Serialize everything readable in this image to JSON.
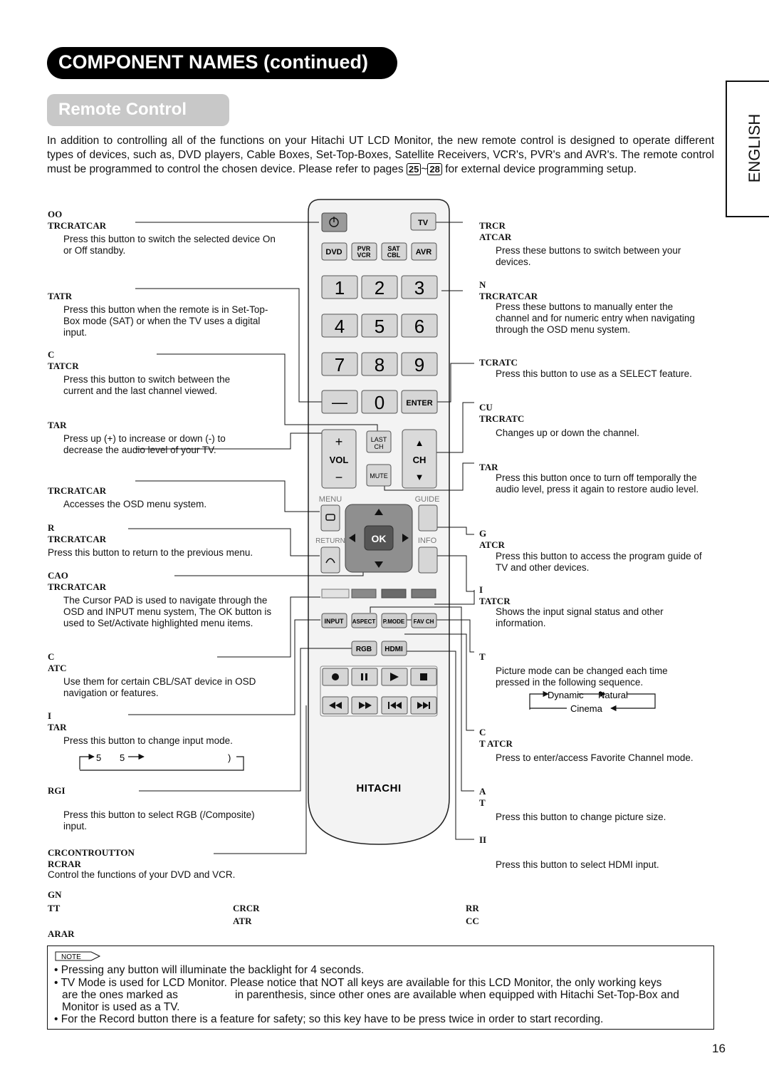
{
  "header": {
    "title": "COMPONENT NAMES (continued)",
    "subtitle": "Remote Control",
    "language_tab": "ENGLISH"
  },
  "intro": {
    "text_before": "In addition to controlling all of the functions on your Hitachi UT LCD Monitor, the new remote control is designed to operate different types of devices, such as, DVD players, Cable Boxes, Set-Top-Boxes, Satellite Receivers, VCR's, PVR's and AVR's. The remote control must be programmed to control the chosen device. Please refer to pages ",
    "page_from": "25",
    "tilde": "~",
    "page_to": "28",
    "text_after": " for external device programming setup."
  },
  "left_callouts": [
    {
      "l1": "OO",
      "l2": "TRCRATCAR",
      "desc": "Press this button to switch the selected device On or Off standby."
    },
    {
      "l1": "TATR",
      "l2": "",
      "desc": "Press this button when the remote is in Set-Top-Box mode (SAT) or when the TV uses a digital input."
    },
    {
      "l1": "C",
      "l2": "TATCR",
      "desc": "Press this button to switch between the current and the last channel viewed."
    },
    {
      "l1": "TAR",
      "l2": "",
      "desc": "Press up (+) to increase or down (-) to decrease the audio level of your TV."
    },
    {
      "l1": "TRCRATCAR",
      "l2": "",
      "desc": "Accesses the OSD menu system."
    },
    {
      "l1": "R",
      "l2": "TRCRATCAR",
      "desc": "Press this button to return to the previous menu."
    },
    {
      "l1": "CAO",
      "l2": "TRCRATCAR",
      "desc": "The Cursor PAD is used to navigate through the OSD and INPUT menu system, The OK button is used to Set/Activate highlighted menu items."
    },
    {
      "l1": "C",
      "l2": "ATC",
      "desc": "Use them for certain CBL/SAT device in OSD navigation or features."
    },
    {
      "l1": "I",
      "l2": "TAR",
      "desc": "Press this button to change input mode."
    },
    {
      "l1": "RGI",
      "l2": "",
      "desc": "Press this button to select RGB (/Composite) input."
    },
    {
      "l1": "CRCONTROUTTON",
      "l2": "RCRAR",
      "desc": "Control the functions of your DVD and VCR."
    }
  ],
  "input_sequence": {
    "a": "5",
    "b": "5",
    "c": ")"
  },
  "right_callouts": [
    {
      "l1": "TRCR",
      "l2": "ATCAR",
      "desc": "Press these buttons to switch between your devices."
    },
    {
      "l1": "N",
      "l2": "TRCRATCAR",
      "desc": "Press these buttons to manually enter the channel and for numeric entry when navigating through the OSD menu system."
    },
    {
      "l1": "TCRATC",
      "l2": "",
      "desc": "Press this button to use as a SELECT feature."
    },
    {
      "l1": "CU",
      "l2": "TRCRATC",
      "desc": "Changes up or down the channel."
    },
    {
      "l1": "TAR",
      "l2": "",
      "desc": "Press this button once to turn off temporally the audio level, press it again to restore audio level."
    },
    {
      "l1": "G",
      "l2": "ATCR",
      "desc": "Press this button to access the program guide of TV and other devices."
    },
    {
      "l1": "I",
      "l2": "TATCR",
      "desc": "Shows the input signal status and other information."
    },
    {
      "l1": "T",
      "l2": "",
      "desc": "Picture mode can be changed each time pressed in the following sequence."
    },
    {
      "l1": "C",
      "l2": "T ATCR",
      "desc": "Press to enter/access Favorite Channel mode."
    },
    {
      "l1": "A",
      "l2": "T",
      "desc": "Press this button to change picture size."
    },
    {
      "l1": "II",
      "l2": "",
      "desc": "Press this button to select HDMI input."
    }
  ],
  "picture_modes": {
    "a": "Dynamic",
    "b": "Natural",
    "c": "Cinema"
  },
  "bottom_labels": {
    "gn": "GN",
    "tt": "TT",
    "arar": "ARAR",
    "crcr": "CRCR",
    "atr": "ATR",
    "rr": "RR",
    "cc": "CC"
  },
  "remote": {
    "tv": "TV",
    "dvd": "DVD",
    "pvr": "PVR",
    "vcr": "VCR",
    "sat": "SAT",
    "cbl": "CBL",
    "avr": "AVR",
    "digits": [
      "1",
      "2",
      "3",
      "4",
      "5",
      "6",
      "7",
      "8",
      "9"
    ],
    "dash": "—",
    "zero": "0",
    "enter": "ENTER",
    "plus": "+",
    "vol": "VOL",
    "minus": "−",
    "last": "LAST",
    "ch_small": "CH",
    "mute": "MUTE",
    "ch_up": "▲",
    "ch": "CH",
    "ch_down": "▼",
    "menu": "MENU",
    "guide": "GUIDE",
    "return": "RETURN",
    "info": "INFO",
    "ok": "OK",
    "input": "INPUT",
    "aspect": "ASPECT",
    "pmode": "P.MODE",
    "favch": "FAV CH",
    "rgb": "RGB",
    "hdmi": "HDMI",
    "brand": "HITACHI"
  },
  "note": {
    "tag": "NOTE",
    "b1": "Pressing any button will illuminate the backlight for 4 seconds.",
    "b2a": "TV Mode is used for LCD Monitor. Please notice that NOT all keys are available for this LCD Monitor, the only working keys",
    "b2b": "are the ones marked as",
    "b2c": "in parenthesis, since other ones are available when equipped with Hitachi Set-Top-Box and",
    "b2d": "Monitor is used as a TV.",
    "b3": "For the Record button there is a feature for safety; so this key have to be press twice in order to start recording."
  },
  "page_number": "16",
  "colors": {
    "remote_body": "#f2f2f2",
    "button": "#d4d4d4",
    "dpad": "#8a8a8a"
  }
}
